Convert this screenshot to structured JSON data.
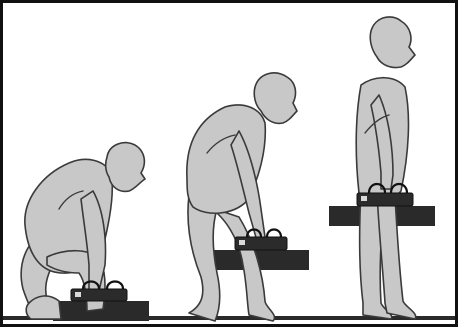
{
  "figure": {
    "subject": "safe-lifting-sequence",
    "stages": [
      {
        "name": "squat"
      },
      {
        "name": "rising"
      },
      {
        "name": "standing"
      }
    ]
  },
  "colors": {
    "body": "#c8c8c8",
    "outline": "#3a3a3a",
    "platform": "#2a2a2a",
    "device": "#2b2b2b",
    "frame": "#111111",
    "background": "#ffffff"
  },
  "icons": [
    "squat-figure-icon",
    "rising-figure-icon",
    "standing-figure-icon",
    "gear-device-icon"
  ]
}
